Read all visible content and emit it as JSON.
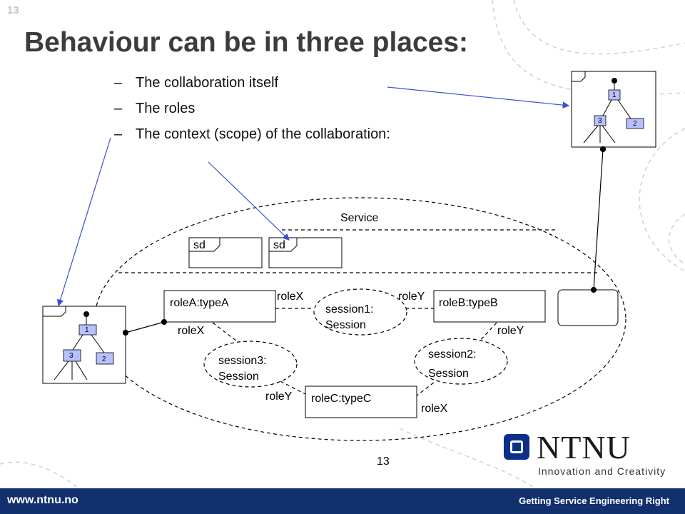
{
  "slide": {
    "number": "13",
    "page_number": "13"
  },
  "title": "Behaviour can be in three places:",
  "bullets": [
    "The collaboration itself",
    "The roles",
    "The context (scope) of the collaboration:"
  ],
  "bullet_dash": "–",
  "diagram": {
    "service_label": "Service",
    "sd_frames": [
      "sd",
      "sd"
    ],
    "roles": {
      "roleA": "roleA:typeA",
      "roleB": "roleB:typeB",
      "roleC": "roleC:typeC"
    },
    "sessions": {
      "session1": [
        "session1:",
        "Session"
      ],
      "session2": [
        "session2:",
        "Session"
      ],
      "session3": [
        "session3:",
        "Session"
      ]
    },
    "role_labels": {
      "s1_left": "roleX",
      "s1_right": "roleY",
      "s3_top": "roleX",
      "s3_bottom": "roleY",
      "s2_top": "roleY",
      "s2_bottom": "roleX"
    },
    "state_machine_states": [
      "1",
      "3",
      "2"
    ]
  },
  "footer": {
    "url": "www.ntnu.no",
    "tagline": "Getting Service Engineering Right",
    "background": "#12306e"
  },
  "logo": {
    "word": "NTNU",
    "tagline": "Innovation and Creativity",
    "color": "#0b2f8a"
  }
}
